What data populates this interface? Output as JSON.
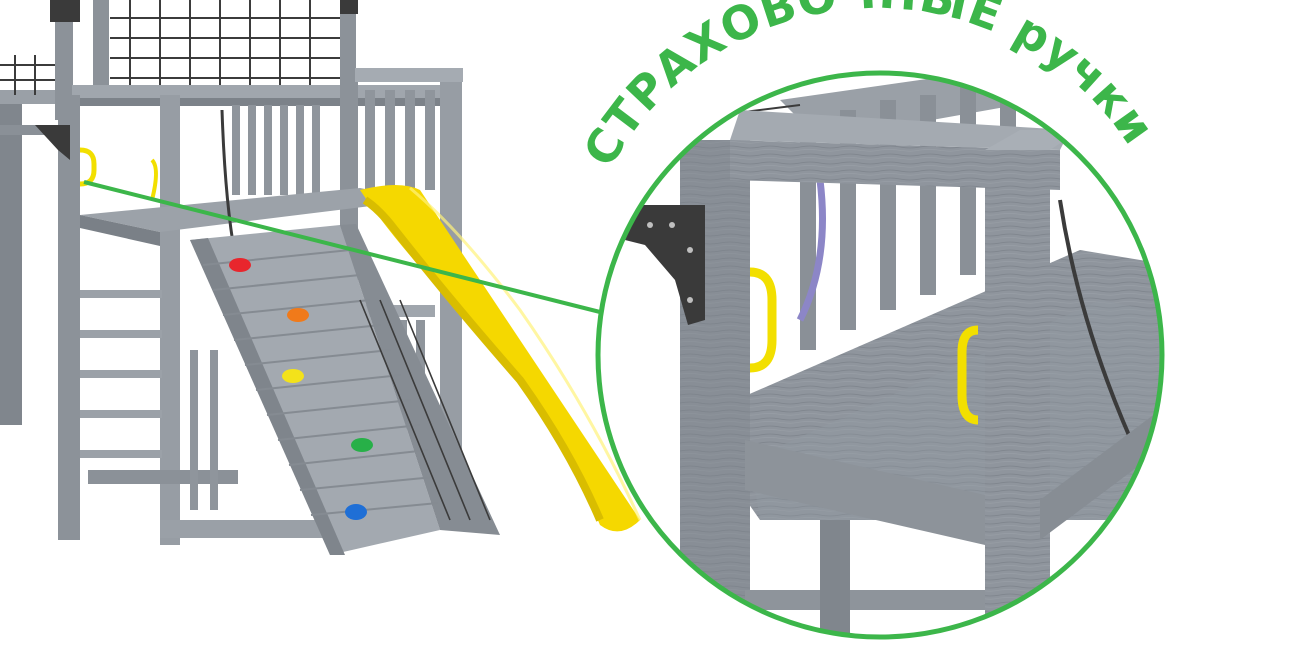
{
  "callout": {
    "label": "СТРАХОВОЧНЫЕ ручки",
    "color": "#3cb64a"
  },
  "colors": {
    "wood": "#8e949c",
    "wood_dark": "#6f747b",
    "wood_light": "#a7acb2",
    "slide": "#f5d800",
    "slide_shadow": "#d9bd00",
    "handle": "#f2df00",
    "bracket": "#3a3a3a",
    "net": "#3b3b3b",
    "background": "#ffffff"
  },
  "holds": [
    {
      "name": "red-hold",
      "color": "#e8262d"
    },
    {
      "name": "orange-hold",
      "color": "#f07a1a"
    },
    {
      "name": "yellow-hold",
      "color": "#f3e21a"
    },
    {
      "name": "green-hold",
      "color": "#27b048"
    },
    {
      "name": "blue-hold",
      "color": "#1f6fd6"
    }
  ]
}
